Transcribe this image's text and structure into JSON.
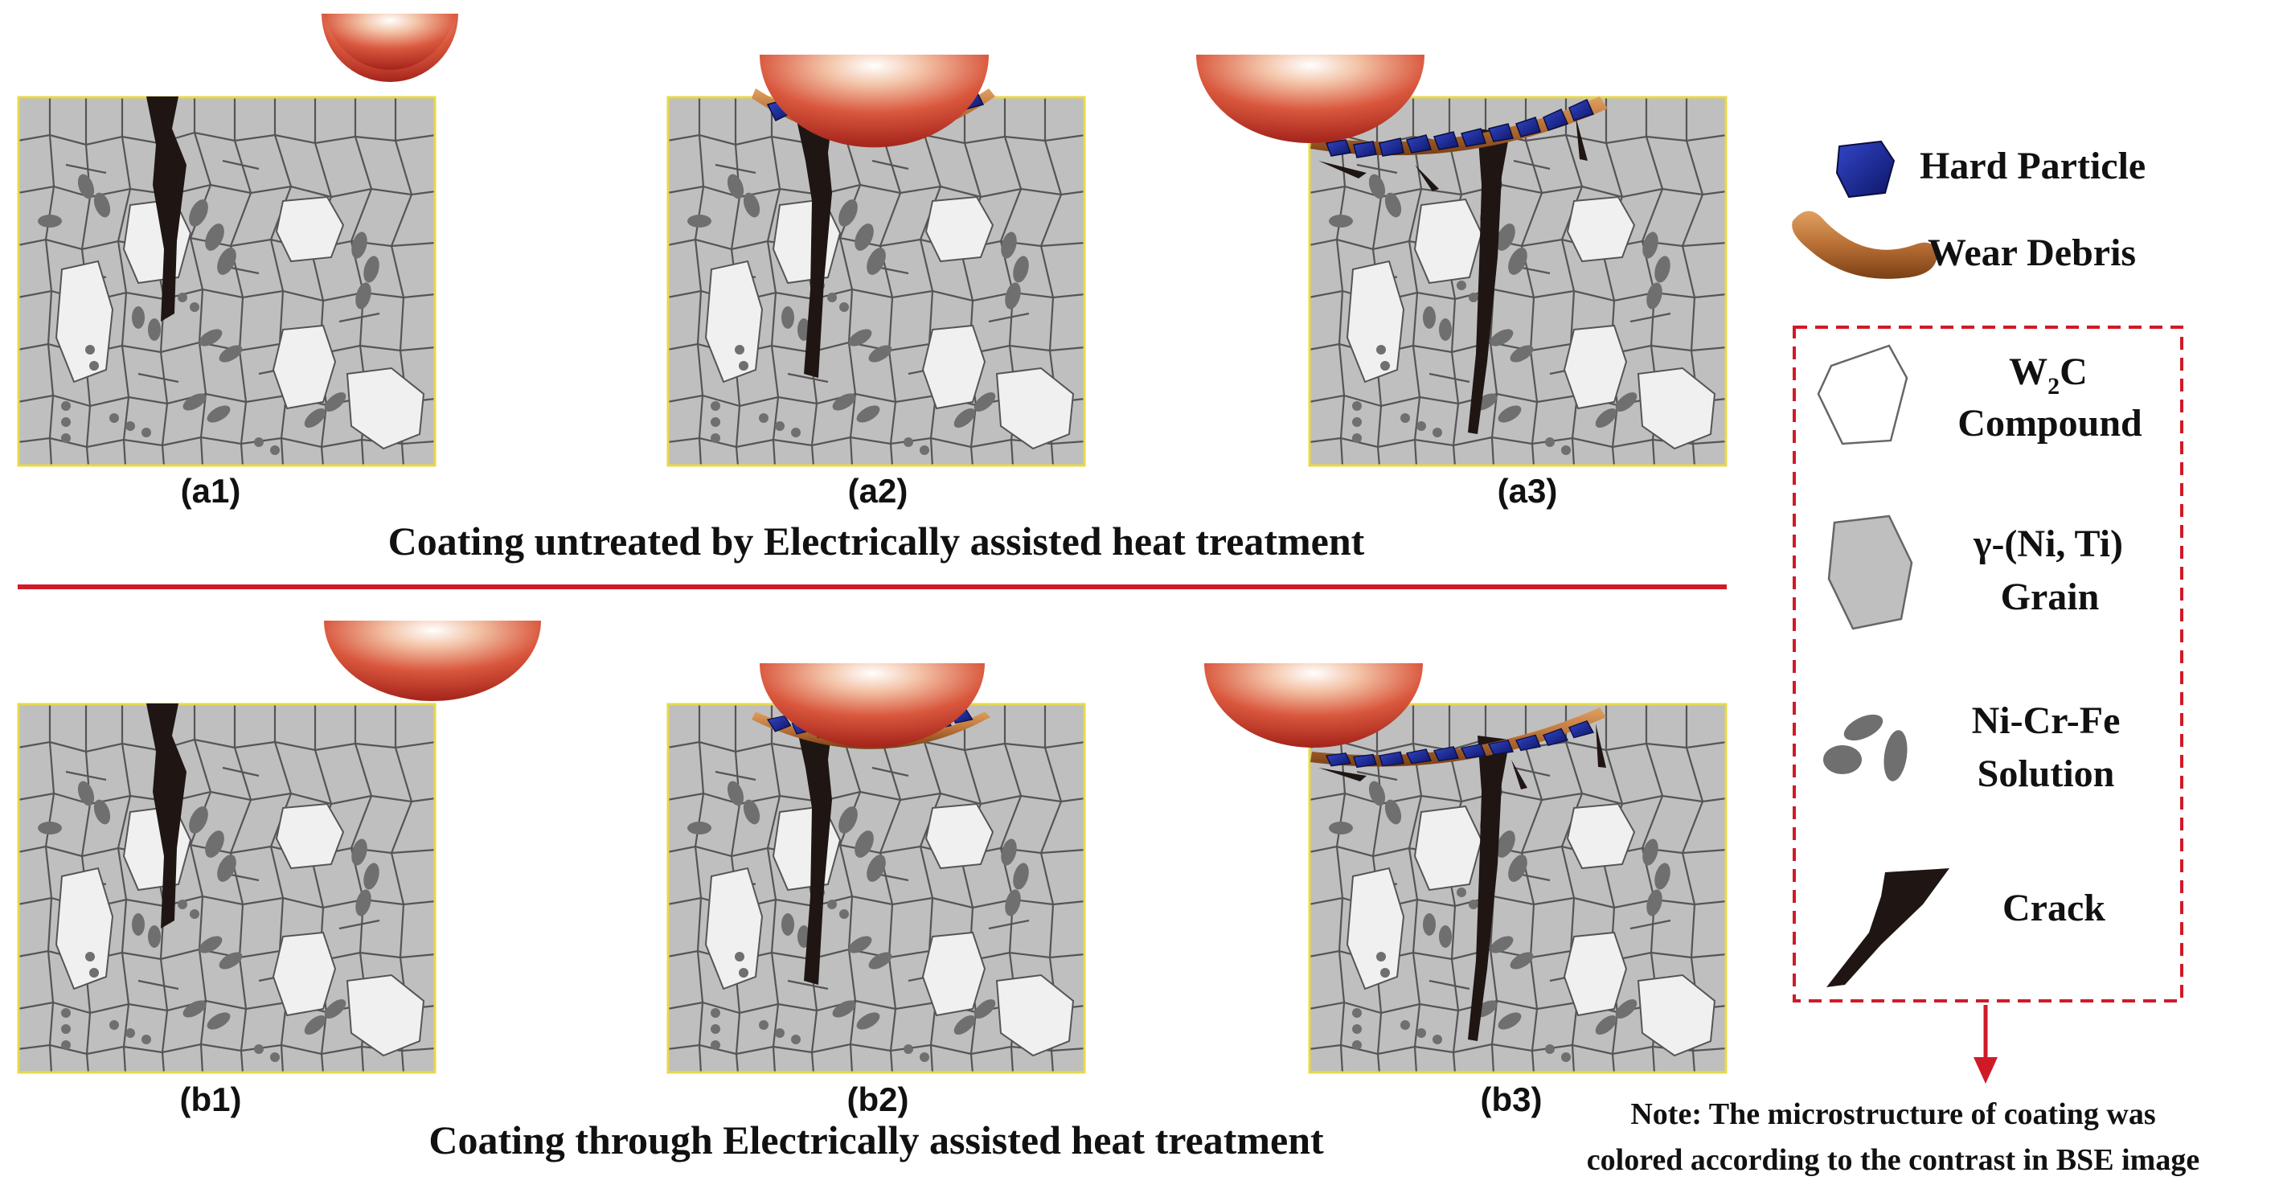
{
  "panels": [
    {
      "id": "a1",
      "label": "(a1)",
      "stage": 1,
      "row": "a"
    },
    {
      "id": "a2",
      "label": "(a2)",
      "stage": 2,
      "row": "a"
    },
    {
      "id": "a3",
      "label": "(a3)",
      "stage": 3,
      "row": "a"
    },
    {
      "id": "b1",
      "label": "(b1)",
      "stage": 1,
      "row": "b"
    },
    {
      "id": "b2",
      "label": "(b2)",
      "stage": 2,
      "row": "b"
    },
    {
      "id": "b3",
      "label": "(b3)",
      "stage": 3,
      "row": "b"
    }
  ],
  "captions": {
    "top": "Coating untreated by Electrically assisted heat treatment",
    "bottom": "Coating through Electrically assisted heat treatment"
  },
  "legend": {
    "hard_particle": "Hard Particle",
    "wear_debris": "Wear Debris",
    "w2c_main": "W",
    "w2c_sub": "2",
    "w2c_tail": "C",
    "w2c_line2": "Compound",
    "gamma_line1": "γ-(Ni, Ti)",
    "gamma_line2": "Grain",
    "nicrfe_line1": "Ni-Cr-Fe",
    "nicrfe_line2": "Solution",
    "crack": "Crack"
  },
  "note": {
    "line1": "Note: The microstructure of coating was",
    "line2": "colored according to the contrast in BSE image"
  },
  "colors": {
    "grain": "#bfbfbf",
    "grain_edge": "#555555",
    "w2c": "#f0f0f0",
    "solution": "#6f6f6f",
    "crack": "#1f1614",
    "particle": "#1c2b9a",
    "debris": "#b86f35",
    "ball": "#c7402b",
    "divider": "#d01a27",
    "panel_border": "#e8d84a",
    "legend_box": "#d01a27"
  }
}
